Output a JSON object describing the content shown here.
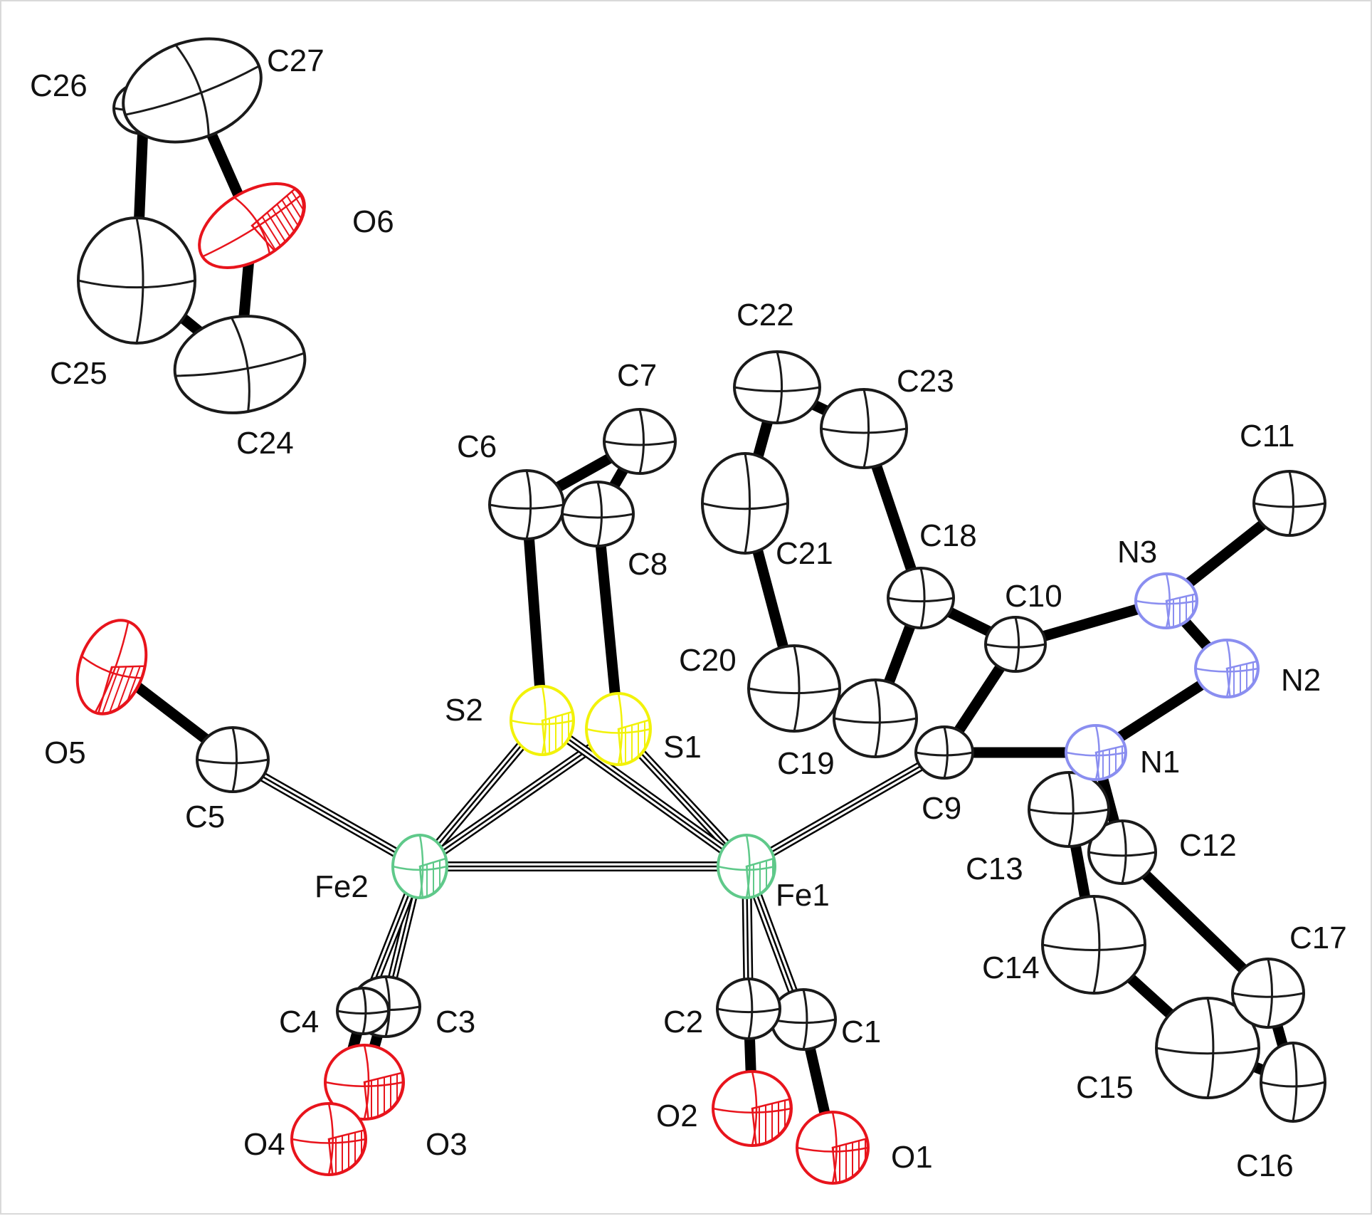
{
  "figure": {
    "type": "ORTEP crystal structure",
    "colors": {
      "C": "#1a1a1a",
      "O": "#e8141c",
      "N": "#8a8ef0",
      "S": "#f2f20a",
      "Fe": "#5fc98a",
      "bond_solid": "#000000",
      "bond_open": "#000000",
      "background": "#ffffff"
    },
    "atoms": [
      {
        "id": "C1",
        "label": "C1",
        "element": "C"
      },
      {
        "id": "C2",
        "label": "C2",
        "element": "C"
      },
      {
        "id": "C3",
        "label": "C3",
        "element": "C"
      },
      {
        "id": "C4",
        "label": "C4",
        "element": "C"
      },
      {
        "id": "C5",
        "label": "C5",
        "element": "C"
      },
      {
        "id": "C6",
        "label": "C6",
        "element": "C"
      },
      {
        "id": "C7",
        "label": "C7",
        "element": "C"
      },
      {
        "id": "C8",
        "label": "C8",
        "element": "C"
      },
      {
        "id": "C9",
        "label": "C9",
        "element": "C"
      },
      {
        "id": "C10",
        "label": "C10",
        "element": "C"
      },
      {
        "id": "C11",
        "label": "C11",
        "element": "C"
      },
      {
        "id": "C12",
        "label": "C12",
        "element": "C"
      },
      {
        "id": "C13",
        "label": "C13",
        "element": "C"
      },
      {
        "id": "C14",
        "label": "C14",
        "element": "C"
      },
      {
        "id": "C15",
        "label": "C15",
        "element": "C"
      },
      {
        "id": "C16",
        "label": "C16",
        "element": "C"
      },
      {
        "id": "C17",
        "label": "C17",
        "element": "C"
      },
      {
        "id": "C18",
        "label": "C18",
        "element": "C"
      },
      {
        "id": "C19",
        "label": "C19",
        "element": "C"
      },
      {
        "id": "C20",
        "label": "C20",
        "element": "C"
      },
      {
        "id": "C21",
        "label": "C21",
        "element": "C"
      },
      {
        "id": "C22",
        "label": "C22",
        "element": "C"
      },
      {
        "id": "C23",
        "label": "C23",
        "element": "C"
      },
      {
        "id": "C24",
        "label": "C24",
        "element": "C"
      },
      {
        "id": "C25",
        "label": "C25",
        "element": "C"
      },
      {
        "id": "C26",
        "label": "C26",
        "element": "C"
      },
      {
        "id": "C27",
        "label": "C27",
        "element": "C"
      },
      {
        "id": "O1",
        "label": "O1",
        "element": "O"
      },
      {
        "id": "O2",
        "label": "O2",
        "element": "O"
      },
      {
        "id": "O3",
        "label": "O3",
        "element": "O"
      },
      {
        "id": "O4",
        "label": "O4",
        "element": "O"
      },
      {
        "id": "O5",
        "label": "O5",
        "element": "O"
      },
      {
        "id": "O6",
        "label": "O6",
        "element": "O"
      },
      {
        "id": "N1",
        "label": "N1",
        "element": "N"
      },
      {
        "id": "N2",
        "label": "N2",
        "element": "N"
      },
      {
        "id": "N3",
        "label": "N3",
        "element": "N"
      },
      {
        "id": "S1",
        "label": "S1",
        "element": "S"
      },
      {
        "id": "S2",
        "label": "S2",
        "element": "S"
      },
      {
        "id": "Fe1",
        "label": "Fe1",
        "element": "Fe"
      },
      {
        "id": "Fe2",
        "label": "Fe2",
        "element": "Fe"
      }
    ],
    "bonds": [
      {
        "a": "C26",
        "b": "C25",
        "style": "solid"
      },
      {
        "a": "C27",
        "b": "O6",
        "style": "solid"
      },
      {
        "a": "O6",
        "b": "C24",
        "style": "solid"
      },
      {
        "a": "C25",
        "b": "C24",
        "style": "solid"
      },
      {
        "a": "C6",
        "b": "C7",
        "style": "solid"
      },
      {
        "a": "C7",
        "b": "C8",
        "style": "solid"
      },
      {
        "a": "C6",
        "b": "S2",
        "style": "solid"
      },
      {
        "a": "C8",
        "b": "S1",
        "style": "solid"
      },
      {
        "a": "C22",
        "b": "C23",
        "style": "solid"
      },
      {
        "a": "C22",
        "b": "C21",
        "style": "solid"
      },
      {
        "a": "C21",
        "b": "C20",
        "style": "solid"
      },
      {
        "a": "C20",
        "b": "C19",
        "style": "solid"
      },
      {
        "a": "C19",
        "b": "C18",
        "style": "solid"
      },
      {
        "a": "C23",
        "b": "C18",
        "style": "solid"
      },
      {
        "a": "C18",
        "b": "C10",
        "style": "solid"
      },
      {
        "a": "C10",
        "b": "N3",
        "style": "solid"
      },
      {
        "a": "N3",
        "b": "N2",
        "style": "solid"
      },
      {
        "a": "N3",
        "b": "C11",
        "style": "solid"
      },
      {
        "a": "N2",
        "b": "N1",
        "style": "solid"
      },
      {
        "a": "N1",
        "b": "C9",
        "style": "solid"
      },
      {
        "a": "C9",
        "b": "C10",
        "style": "solid"
      },
      {
        "a": "N1",
        "b": "C12",
        "style": "solid"
      },
      {
        "a": "C12",
        "b": "C13",
        "style": "solid"
      },
      {
        "a": "C13",
        "b": "C14",
        "style": "solid"
      },
      {
        "a": "C14",
        "b": "C15",
        "style": "solid"
      },
      {
        "a": "C15",
        "b": "C16",
        "style": "solid"
      },
      {
        "a": "C16",
        "b": "C17",
        "style": "solid"
      },
      {
        "a": "C17",
        "b": "C12",
        "style": "solid"
      },
      {
        "a": "O5",
        "b": "C5",
        "style": "solid"
      },
      {
        "a": "C3",
        "b": "O3",
        "style": "solid"
      },
      {
        "a": "C4",
        "b": "O4",
        "style": "solid"
      },
      {
        "a": "C2",
        "b": "O2",
        "style": "solid"
      },
      {
        "a": "C1",
        "b": "O1",
        "style": "solid"
      },
      {
        "a": "Fe2",
        "b": "Fe1",
        "style": "open"
      },
      {
        "a": "Fe2",
        "b": "S2",
        "style": "open"
      },
      {
        "a": "Fe2",
        "b": "S1",
        "style": "open"
      },
      {
        "a": "Fe1",
        "b": "S1",
        "style": "open"
      },
      {
        "a": "Fe1",
        "b": "S2",
        "style": "open"
      },
      {
        "a": "Fe2",
        "b": "C5",
        "style": "open"
      },
      {
        "a": "Fe2",
        "b": "C3",
        "style": "open"
      },
      {
        "a": "Fe2",
        "b": "C4",
        "style": "open"
      },
      {
        "a": "Fe1",
        "b": "C9",
        "style": "open"
      },
      {
        "a": "Fe1",
        "b": "C2",
        "style": "open"
      },
      {
        "a": "Fe1",
        "b": "C1",
        "style": "open"
      }
    ]
  }
}
